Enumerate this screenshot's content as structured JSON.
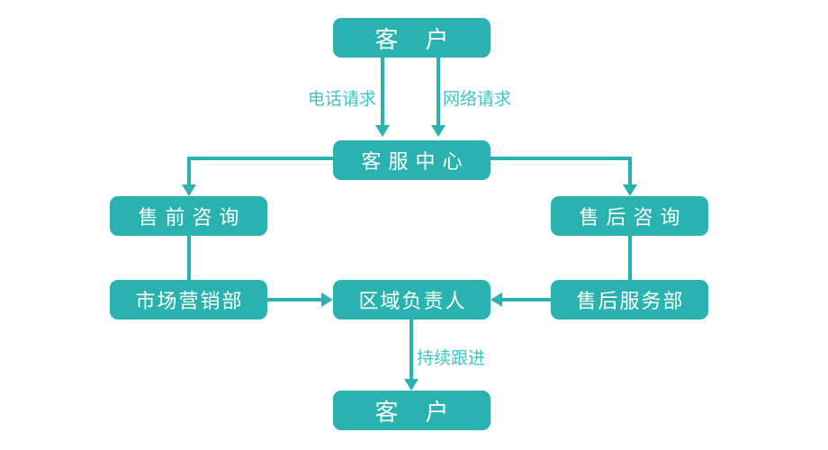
{
  "diagram": {
    "title": "customer-service-flowchart",
    "nodes": {
      "customer_top": "客户",
      "service_center": "客服中心",
      "presale_consult": "售前咨询",
      "aftersale_consult": "售后咨询",
      "marketing_dept": "市场营销部",
      "regional_manager": "区域负责人",
      "aftersale_service_dept": "售后服务部",
      "customer_bottom": "客户"
    },
    "edge_labels": {
      "phone_request": "电话请求",
      "network_request": "网络请求",
      "continuous_follow_up": "持续跟进"
    },
    "colors": {
      "node_fill": "#29b2b0",
      "node_text": "#ffffff",
      "connector": "#29b2b0",
      "edge_label_text": "#3fc4c4",
      "background": "#ffffff"
    }
  }
}
